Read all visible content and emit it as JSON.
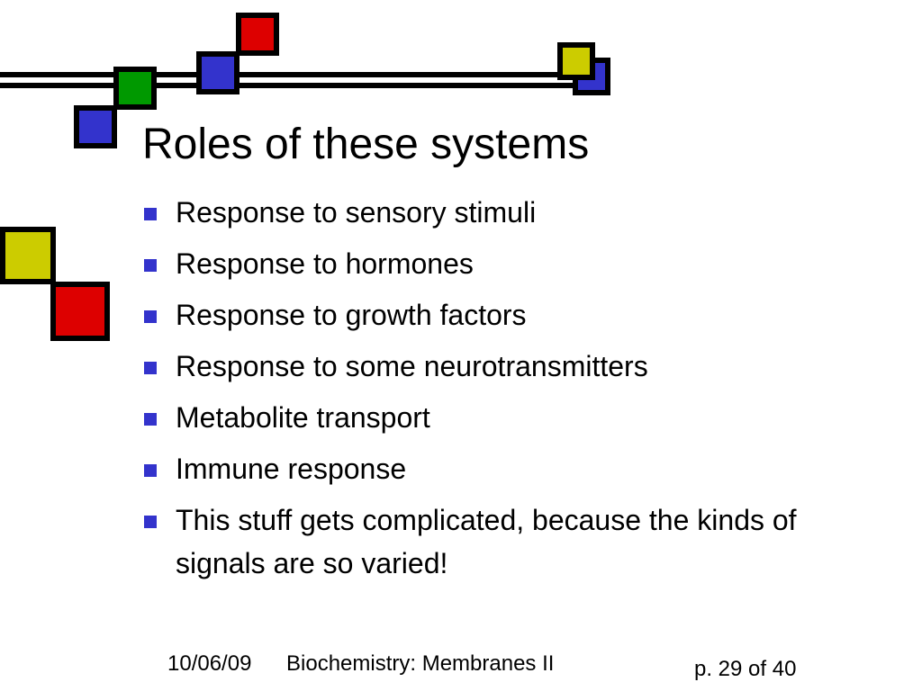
{
  "slide": {
    "title": "Roles of these systems",
    "bullets": [
      "Response to sensory stimuli",
      "Response to hormones",
      "Response to growth factors",
      "Response to some neurotransmitters",
      "Metabolite transport",
      "Immune response",
      "This stuff gets complicated, because the kinds of signals are so varied!"
    ],
    "footer": {
      "date": "10/06/09",
      "course_title": "Biochemistry: Membranes II",
      "page": "p. 29 of 40"
    }
  },
  "colors": {
    "blue": "#3333cc",
    "red": "#dd0000",
    "green": "#009900",
    "yellow": "#cccc00",
    "bullet": "#3333cc",
    "outline": "#000000"
  }
}
